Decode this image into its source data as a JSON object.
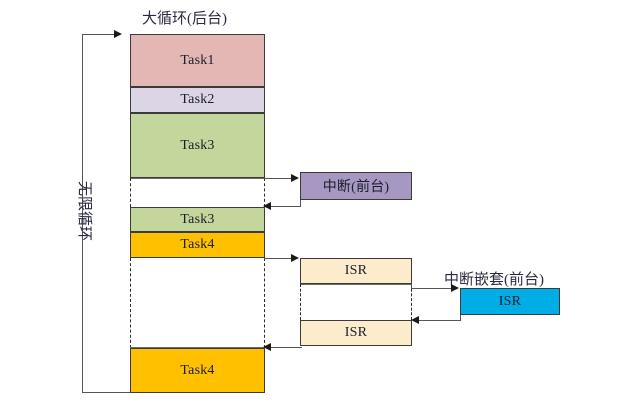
{
  "diagram": {
    "title_main": "大循环(后台)",
    "title_interrupt": "中断嵌套(前台)",
    "loop_label": "无限循环",
    "footer_note": "",
    "colors": {
      "task1": "#e3b8b4",
      "task2": "#dcd5e6",
      "task3": "#c3d69b",
      "task4": "#ffc000",
      "interrupt": "#a698c3",
      "isr": "#fdeccb",
      "isr_nested": "#00ade5",
      "border": "#3b3b3b",
      "line": "#555555"
    },
    "main_column": [
      {
        "id": "task1",
        "label": "Task1",
        "color_key": "task1"
      },
      {
        "id": "task2",
        "label": "Task2",
        "color_key": "task2"
      },
      {
        "id": "task3a",
        "label": "Task3",
        "color_key": "task3"
      },
      {
        "id": "task3b",
        "label": "Task3",
        "color_key": "task3"
      },
      {
        "id": "task4a",
        "label": "Task4",
        "color_key": "task4"
      },
      {
        "id": "task4b",
        "label": "Task4",
        "color_key": "task4"
      }
    ],
    "interrupt_box": {
      "label": "中断(前台)",
      "color_key": "interrupt"
    },
    "isr_boxes": [
      {
        "id": "isr-top",
        "label": "ISR",
        "color_key": "isr"
      },
      {
        "id": "isr-bottom",
        "label": "ISR",
        "color_key": "isr"
      }
    ],
    "nested_isr_box": {
      "label": "ISR",
      "color_key": "isr_nested"
    }
  }
}
